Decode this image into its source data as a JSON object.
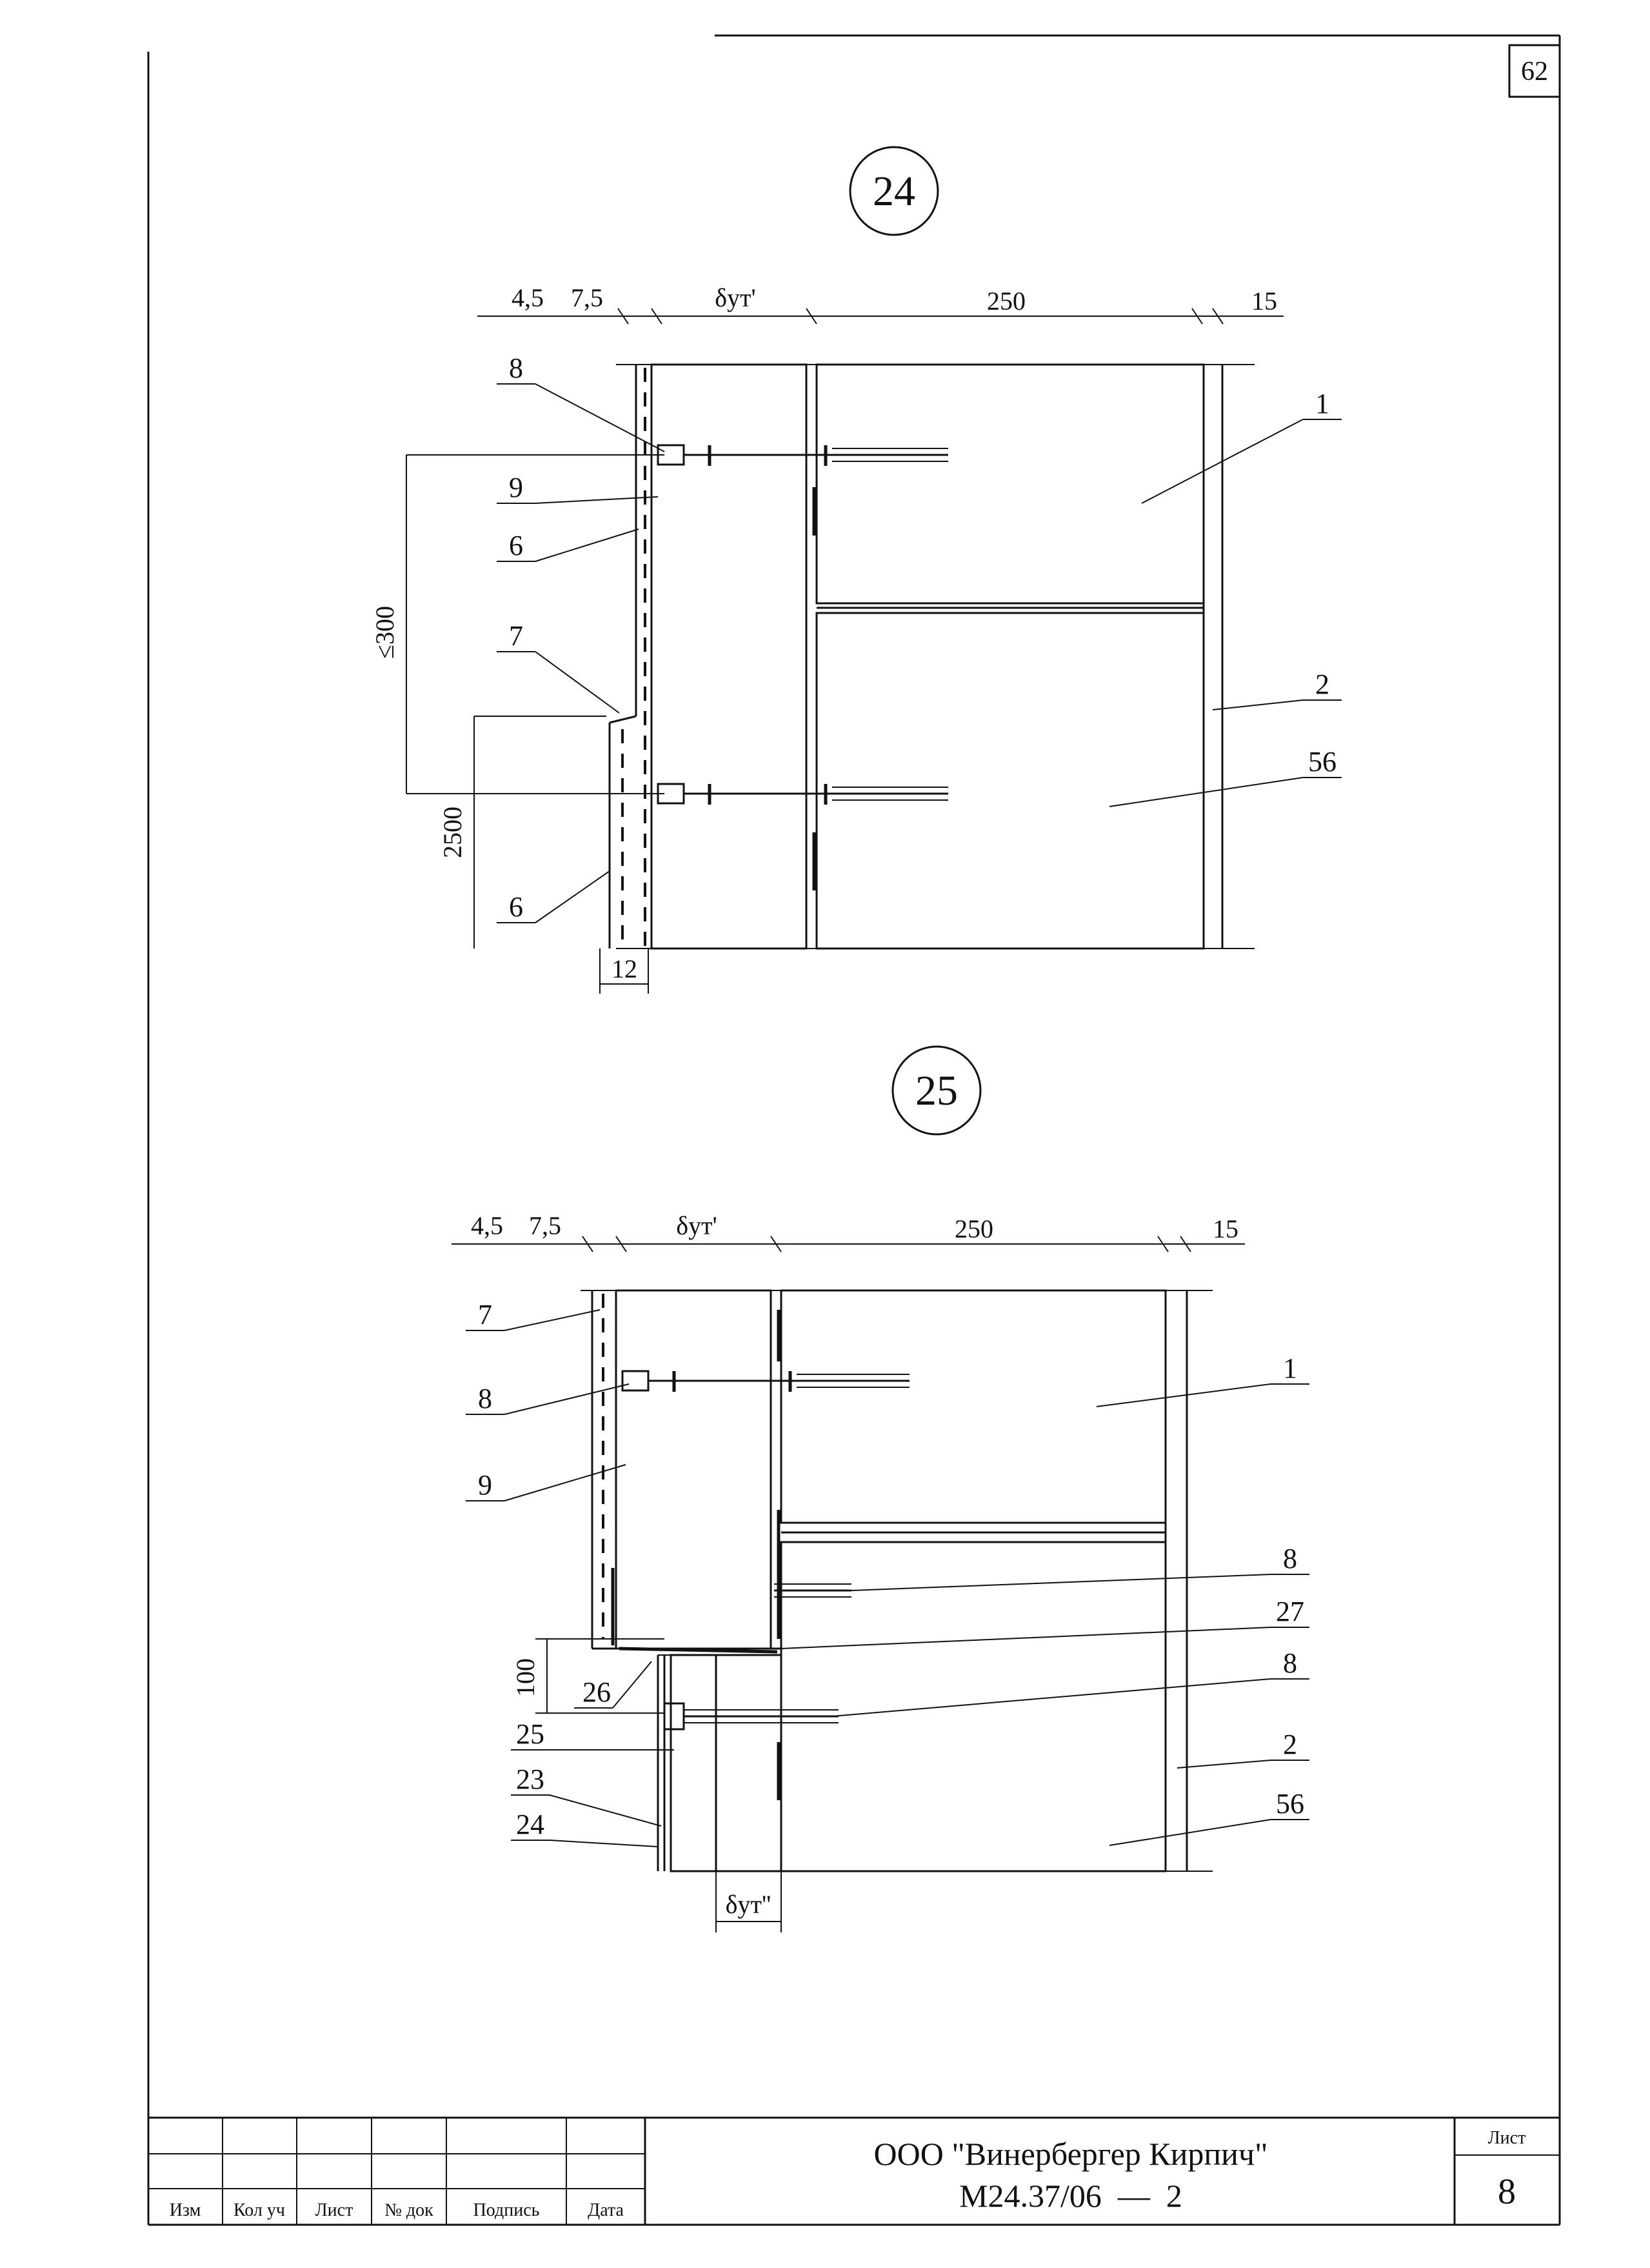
{
  "sheet_number_top": "62",
  "details": [
    {
      "id": "24",
      "dims_top": [
        "4,5",
        "7,5",
        "δут'",
        "250",
        "15"
      ],
      "dims_side": [
        "≤300",
        "2500",
        "12"
      ],
      "leaders_left": [
        "8",
        "9",
        "6",
        "7",
        "6"
      ],
      "leaders_right": [
        "1",
        "2",
        "56"
      ]
    },
    {
      "id": "25",
      "dims_top": [
        "4,5",
        "7,5",
        "δут'",
        "250",
        "15"
      ],
      "dims_side": [
        "100",
        "δут''"
      ],
      "leaders_left": [
        "7",
        "8",
        "9",
        "26",
        "25",
        "23",
        "24"
      ],
      "leaders_right": [
        "1",
        "8",
        "27",
        "8",
        "2",
        "56"
      ]
    }
  ],
  "title_block": {
    "company": "ООО \"Винербергер Кирпич\"",
    "doc_code": "М24.37/06  —  2",
    "sheet_label": "Лист",
    "sheet_number": "8",
    "columns": [
      "Изм",
      "Кол уч",
      "Лист",
      "№ док",
      "Подпись",
      "Дата"
    ]
  }
}
